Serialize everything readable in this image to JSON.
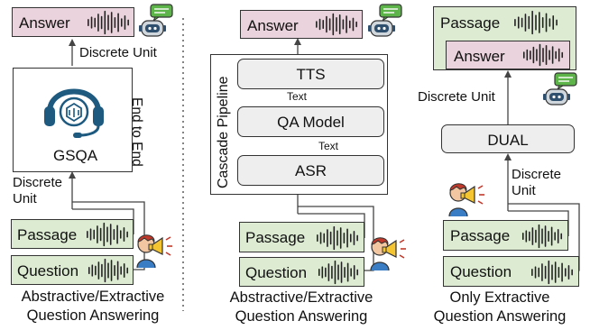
{
  "left": {
    "answer": "Answer",
    "discrete_unit_top": "Discrete Unit",
    "model": "GSQA",
    "side_label": "End to End",
    "discrete_unit_bottom_line1": "Discrete",
    "discrete_unit_bottom_line2": "Unit",
    "passage": "Passage",
    "question": "Question",
    "caption_line1": "Abstractive/Extractive",
    "caption_line2": "Question Answering"
  },
  "middle": {
    "answer": "Answer",
    "pipeline_label": "Cascade Pipeline",
    "tts": "TTS",
    "text1": "Text",
    "qa_model": "QA Model",
    "text2": "Text",
    "asr": "ASR",
    "passage": "Passage",
    "question": "Question",
    "caption_line1": "Abstractive/Extractive",
    "caption_line2": "Question Answering"
  },
  "right": {
    "passage_out": "Passage",
    "answer": "Answer",
    "discrete_unit_top": "Discrete Unit",
    "model": "DUAL",
    "discrete_unit_bottom_line1": "Discrete",
    "discrete_unit_bottom_line2": "Unit",
    "passage": "Passage",
    "question": "Question",
    "caption_line1": "Only Extractive",
    "caption_line2": "Question Answering"
  },
  "icons": [
    "waveform-icon",
    "robot-icon",
    "chat-bubble-icon",
    "headset-icon",
    "speaker-person-icon"
  ],
  "colors": {
    "input_green": "#dcebd2",
    "output_pink": "#ead3dc",
    "module_grey": "#eeeeee",
    "headset_blue": "#1e5a80"
  }
}
